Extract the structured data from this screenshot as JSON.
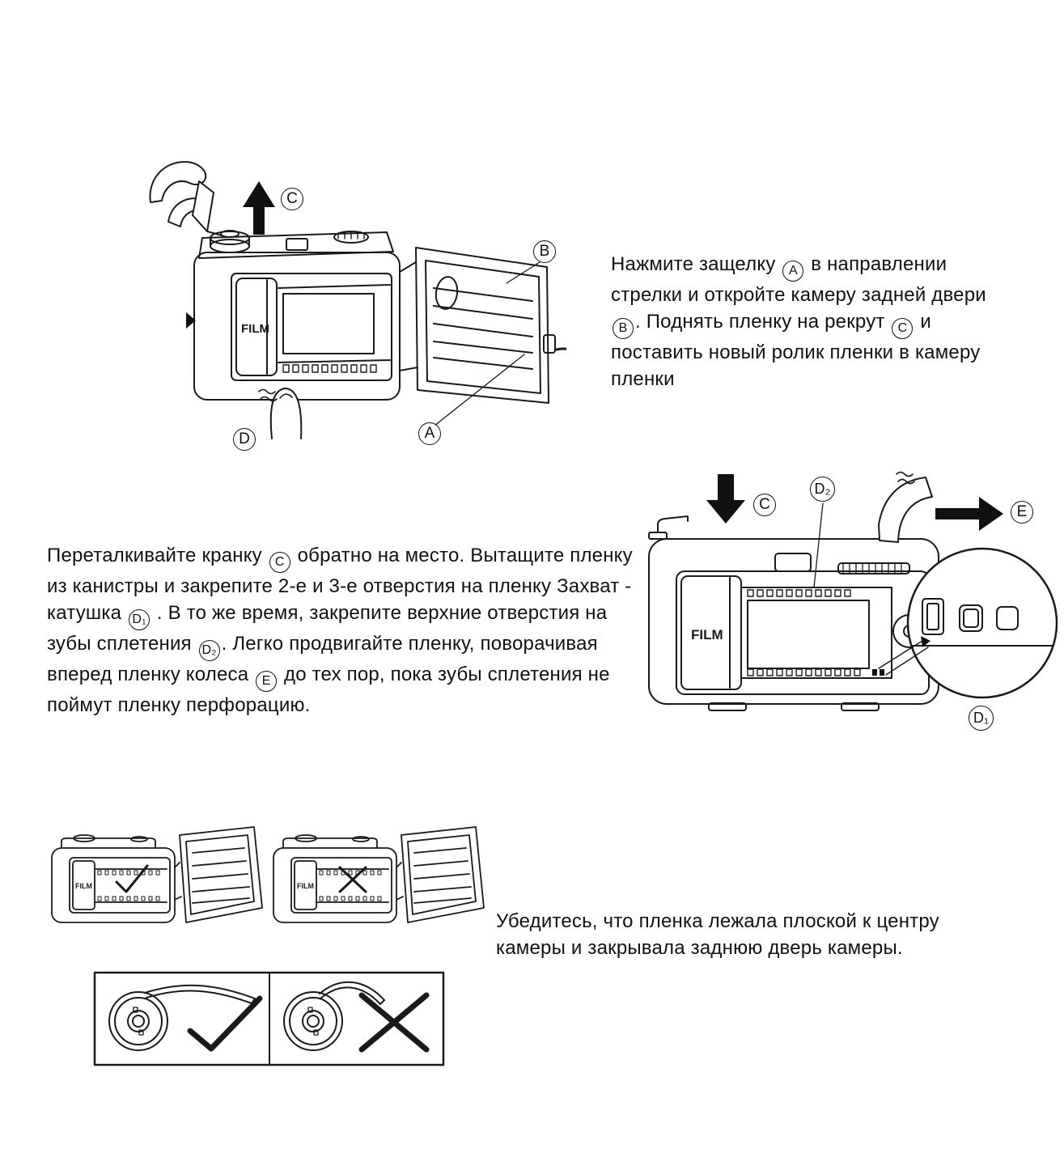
{
  "page": {
    "bg": "#ffffff",
    "ink": "#111111"
  },
  "step1": {
    "callouts": {
      "a": "A",
      "b": "B",
      "c": "C",
      "d": "D"
    },
    "film_label": "FILM",
    "segments": [
      {
        "t": "Нажмите защелку "
      },
      {
        "badge": "A"
      },
      {
        "t": " в направлении стрелки и откройте камеру задней двери "
      },
      {
        "badge": "B"
      },
      {
        "t": ". Поднять пленку на рекрут "
      },
      {
        "badge": "C"
      },
      {
        "t": " и поставить новый ролик пленки в камеру пленки"
      }
    ]
  },
  "step2": {
    "callouts": {
      "c": "C",
      "d2": "D₂",
      "e": "E",
      "d1": "D₁"
    },
    "film_label": "FILM",
    "segments": [
      {
        "t": "Переталкивайте кранку "
      },
      {
        "badge": "C"
      },
      {
        "t": " обратно на место. Вытащите пленку из канистры и закрепите 2-е и 3-е отверстия на пленку Захват - катушка "
      },
      {
        "badge": "D₁"
      },
      {
        "t": " . В то же время, закрепите верхние отверстия на зубы сплетения "
      },
      {
        "badge": "D₂"
      },
      {
        "t": ". Легко продвигайте пленку, поворачивая вперед пленку колеса "
      },
      {
        "badge": "E"
      },
      {
        "t": " до тех пор, пока зубы сплетения не поймут пленку перфорацию."
      }
    ]
  },
  "step3": {
    "film_label_ok": "FILM",
    "film_label_bad": "FILM",
    "text": "Убедитесь, что пленка лежала плоской к центру камеры и закрывала заднюю дверь камеры."
  }
}
